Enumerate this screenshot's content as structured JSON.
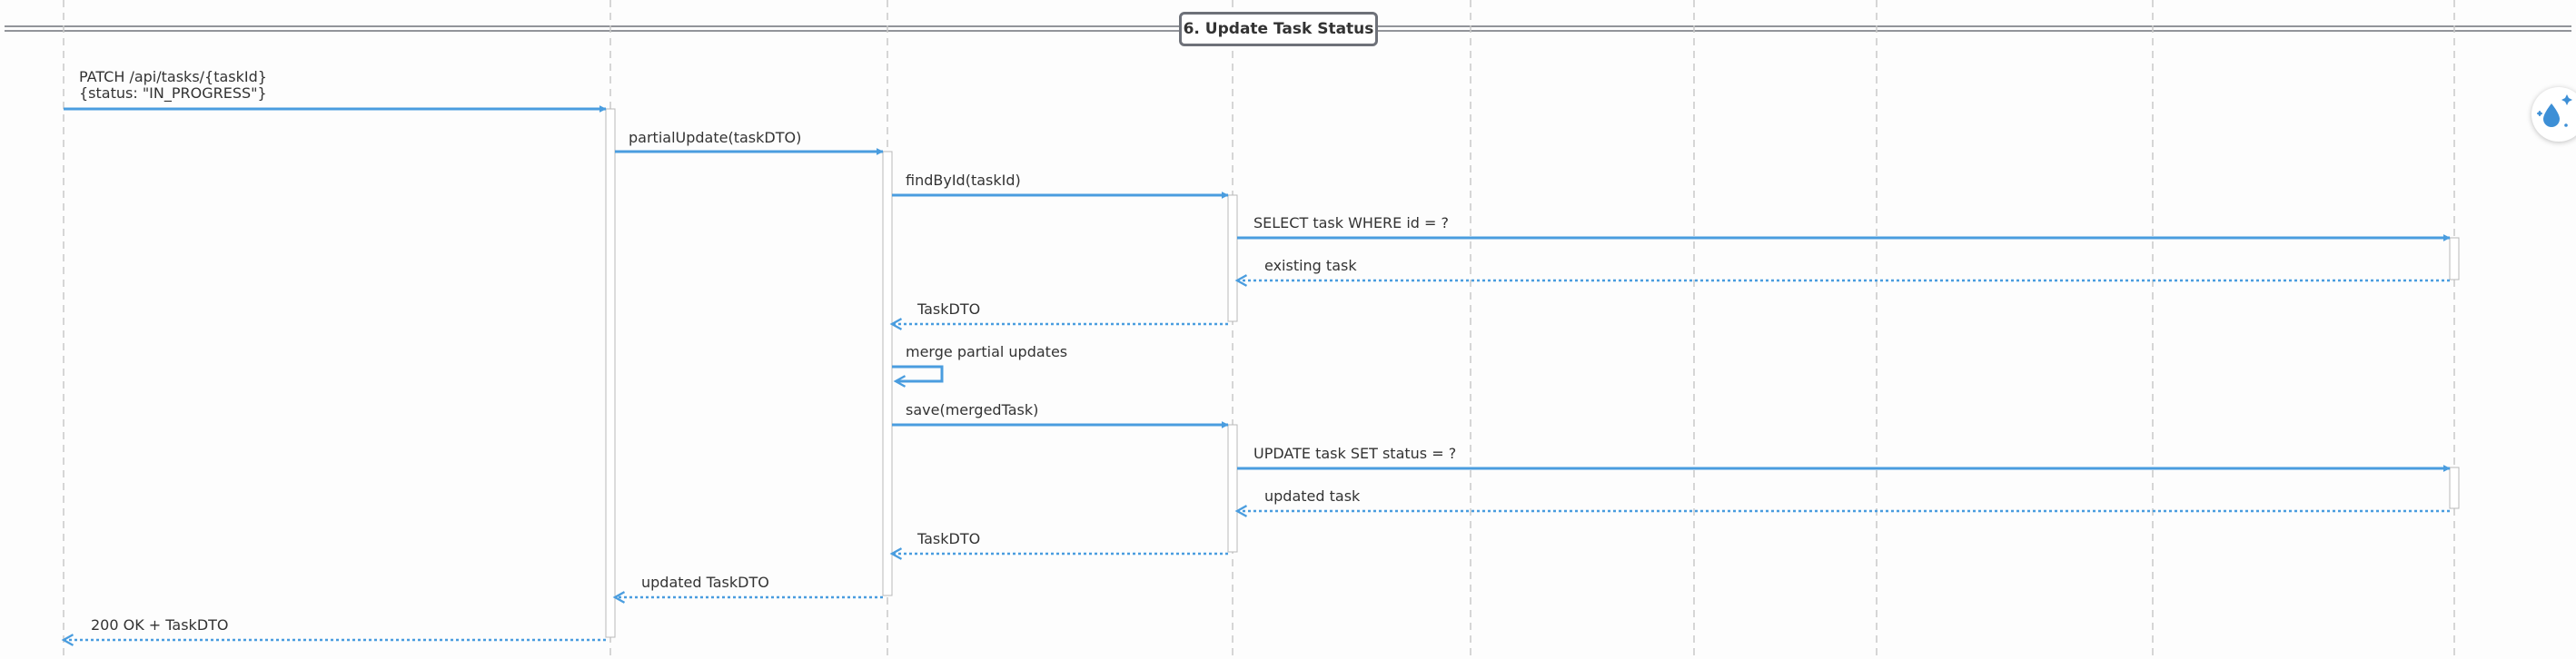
{
  "diagram": {
    "section_title": "6. Update Task Status",
    "messages": [
      {
        "lines": [
          "PATCH /api/tasks/{taskId}",
          "{status: \"IN_PROGRESS\"}"
        ]
      },
      {
        "lines": [
          "partialUpdate(taskDTO)"
        ]
      },
      {
        "lines": [
          "findById(taskId)"
        ]
      },
      {
        "lines": [
          "SELECT task WHERE id = ?"
        ]
      },
      {
        "lines": [
          "existing task"
        ]
      },
      {
        "lines": [
          "TaskDTO"
        ]
      },
      {
        "lines": [
          "merge partial updates"
        ]
      },
      {
        "lines": [
          "save(mergedTask)"
        ]
      },
      {
        "lines": [
          "UPDATE task SET status = ?"
        ]
      },
      {
        "lines": [
          "updated task"
        ]
      },
      {
        "lines": [
          "TaskDTO"
        ]
      },
      {
        "lines": [
          "updated TaskDTO"
        ]
      },
      {
        "lines": [
          "200 OK + TaskDTO"
        ]
      }
    ]
  },
  "floating_button": {
    "icon": "water-drop-sparkle-icon"
  },
  "colors": {
    "arrow": "#4a9ddf",
    "lifeline": "#c9c9c9",
    "divider": "#6e7179",
    "text": "#333333"
  }
}
